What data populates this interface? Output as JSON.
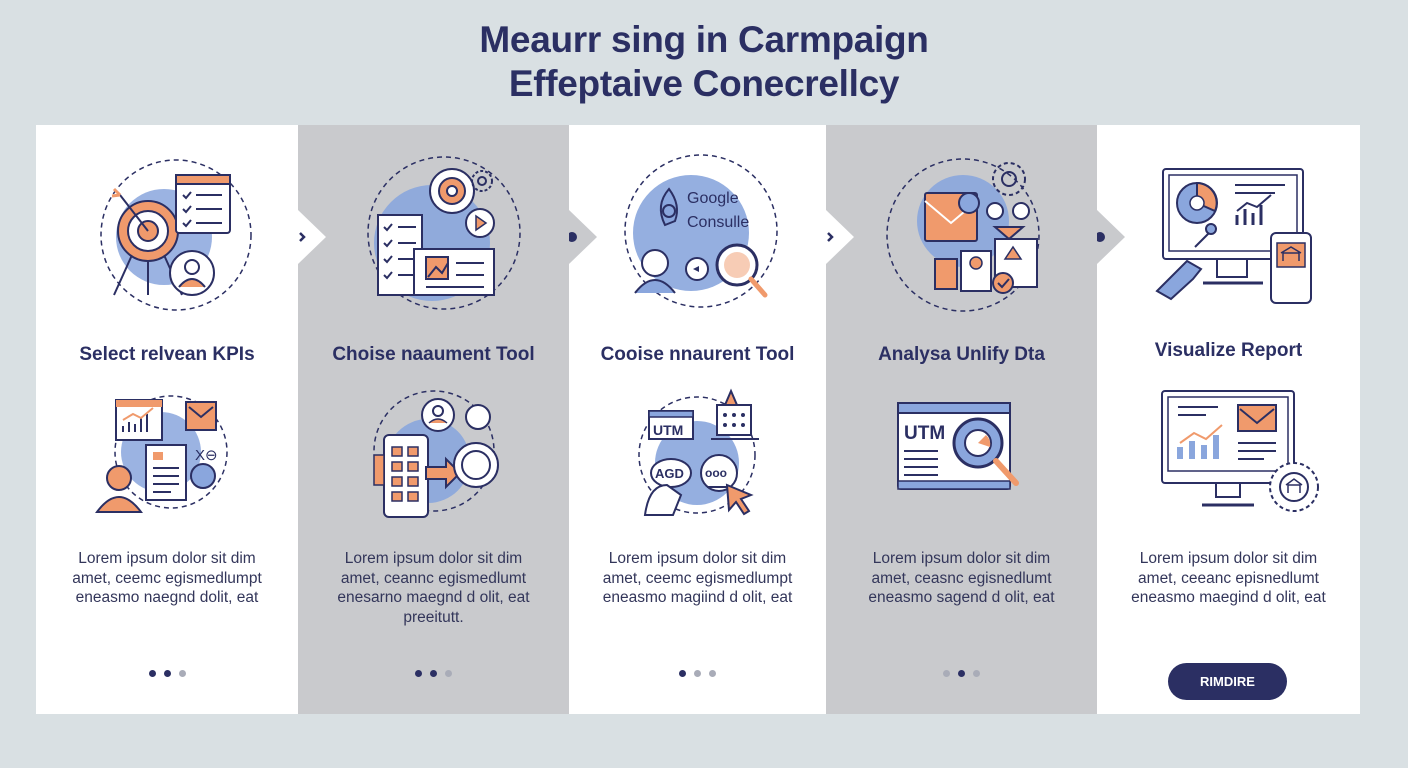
{
  "title": {
    "line1": "Meaurr sing in Carmpaign",
    "line2": "Effeptaive Conecrellcy"
  },
  "steps": [
    {
      "heading": "Select relvean KPIs",
      "body": [
        "Lorem ipsum dolor sit dim",
        "amet, ceemc egismedlumpt",
        "eneasmo naegnd dolit, eat"
      ],
      "dots_active": [
        0,
        1
      ]
    },
    {
      "heading": "Choise naaument Tool",
      "body": [
        "Lorem ipsum dolor sit dim",
        "amet, ceannc egismedlumt",
        "enesarno maegnd d olit, eat",
        "preeitutt."
      ],
      "dots_active": [
        0,
        1
      ]
    },
    {
      "heading": "Cooise nnaurent Tool",
      "top_icon_text": [
        "Google",
        "Consulle"
      ],
      "mid_icon_text": [
        "UTM",
        "AGD",
        "ooo"
      ],
      "body": [
        "Lorem ipsum dolor sit dim",
        "amet, ceemc egismedlumpt",
        "eneasmo magiind d olit, eat"
      ],
      "dots_active": [
        0
      ]
    },
    {
      "heading": "Analysa Unlify Dta",
      "mid_icon_text": [
        "UTM"
      ],
      "body": [
        "Lorem ipsum dolor sit dim",
        "amet, ceasnc egisnedlumt",
        "eneasmo sagend d olit, eat"
      ],
      "dots_active": [
        1
      ]
    },
    {
      "heading": "Visualize Report",
      "body": [
        "Lorem ipsum dolor sit dim",
        "amet, ceeanc episnedlumt",
        "eneasmo maegind d olit, eat"
      ],
      "button": "RIMDIRE"
    }
  ],
  "colors": {
    "navy": "#2b2f63",
    "orange": "#f09a6c",
    "blue": "#8aa6dd",
    "panel_light": "#ffffff",
    "panel_dark": "#c9cacd",
    "background": "#d9e0e3"
  }
}
